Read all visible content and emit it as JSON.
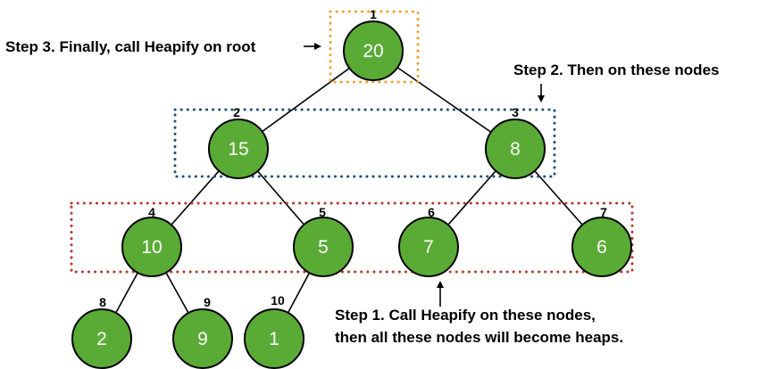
{
  "diagram": {
    "title": "",
    "nodes": [
      {
        "id": 1,
        "index_label": "1",
        "value": "20"
      },
      {
        "id": 2,
        "index_label": "2",
        "value": "15"
      },
      {
        "id": 3,
        "index_label": "3",
        "value": "8"
      },
      {
        "id": 4,
        "index_label": "4",
        "value": "10"
      },
      {
        "id": 5,
        "index_label": "5",
        "value": "5"
      },
      {
        "id": 6,
        "index_label": "6",
        "value": "7"
      },
      {
        "id": 7,
        "index_label": "7",
        "value": "6"
      },
      {
        "id": 8,
        "index_label": "8",
        "value": "2"
      },
      {
        "id": 9,
        "index_label": "9",
        "value": "9"
      },
      {
        "id": 10,
        "index_label": "10",
        "value": "1"
      }
    ],
    "edges": [
      [
        1,
        2
      ],
      [
        1,
        3
      ],
      [
        2,
        4
      ],
      [
        2,
        5
      ],
      [
        3,
        6
      ],
      [
        3,
        7
      ],
      [
        4,
        8
      ],
      [
        4,
        9
      ],
      [
        5,
        10
      ]
    ],
    "colors": {
      "node_fill": "#5aab35",
      "step1_box": "#b03a2e",
      "step2_box": "#1f4e79",
      "step3_box": "#f0a030"
    },
    "steps": {
      "step1_line1": "Step 1. Call Heapify on these nodes,",
      "step1_line2": "then all these nodes will become heaps.",
      "step2": "Step 2. Then on these nodes",
      "step3": "Step 3. Finally, call Heapify on root"
    }
  }
}
